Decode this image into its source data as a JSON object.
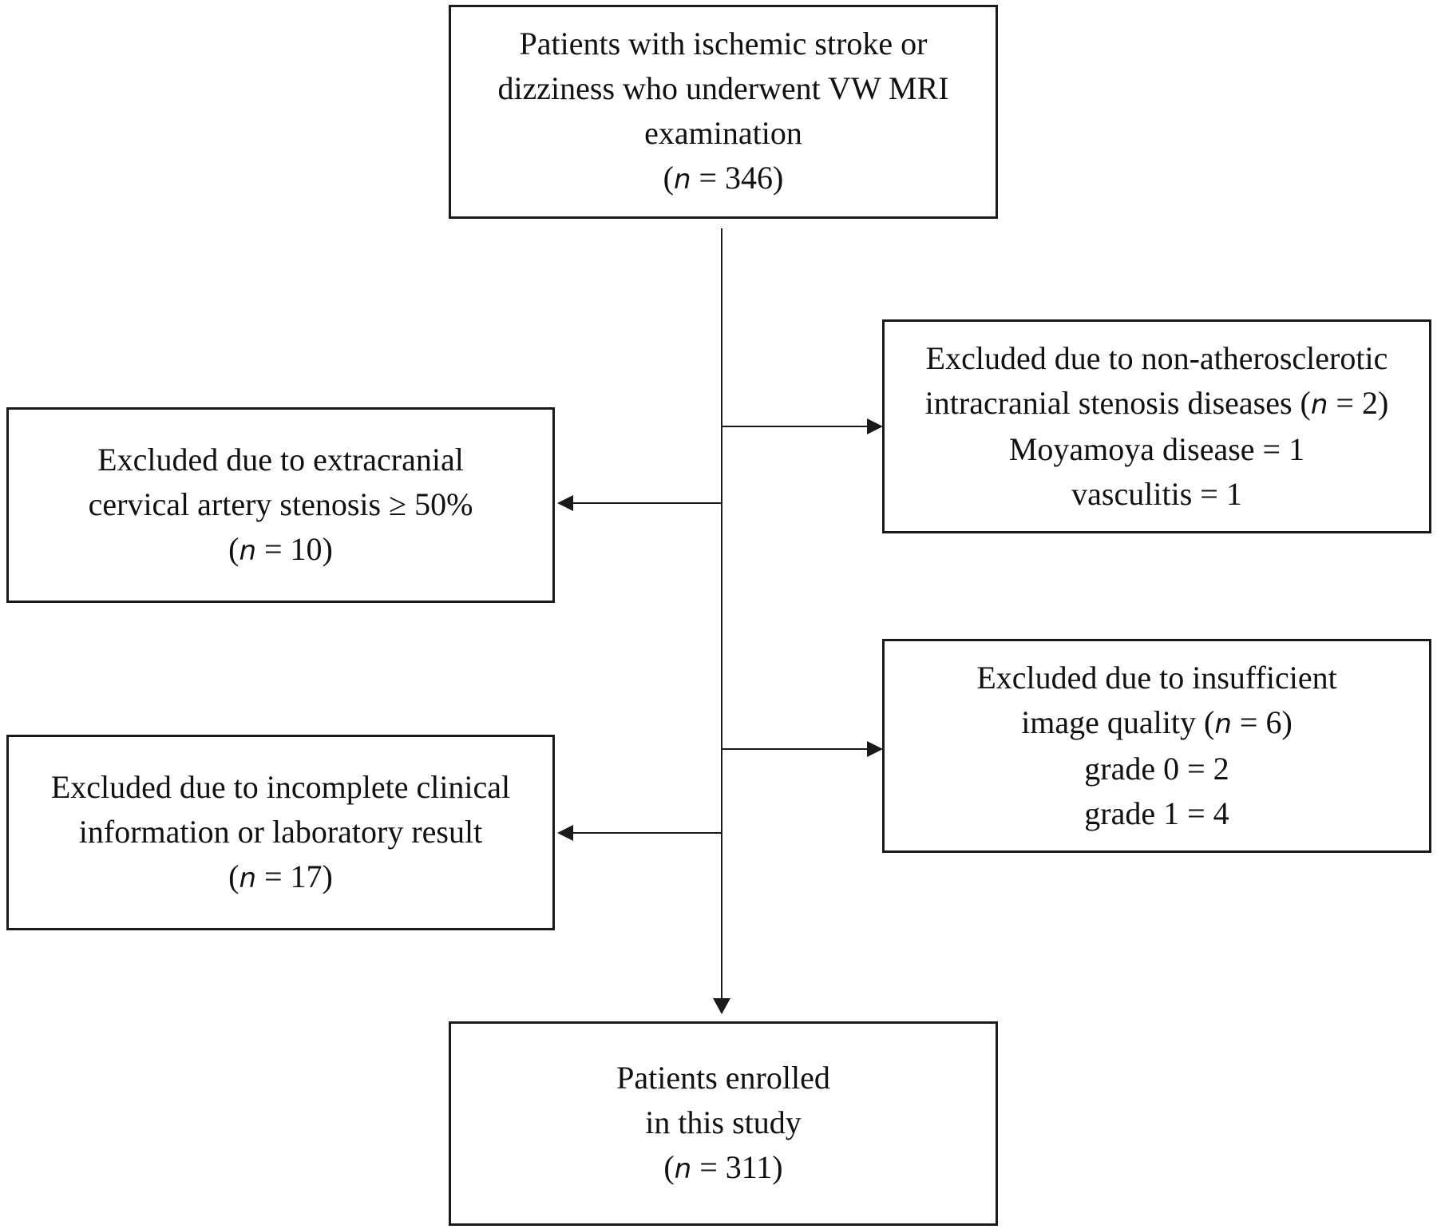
{
  "boxes": {
    "start": {
      "lines": [
        "Patients with ischemic stroke or",
        "dizziness who underwent VW MRI",
        "examination"
      ],
      "n_prefix": "(",
      "n_var": "n",
      "n_suffix": " = 346)"
    },
    "left1": {
      "lines": [
        "Excluded due to extracranial",
        "cervical artery stenosis ≥ 50%"
      ],
      "n_prefix": "(",
      "n_var": "n",
      "n_suffix": " = 10)"
    },
    "right1": {
      "line1": "Excluded due to non-atherosclerotic",
      "line2_text": "intracranial stenosis diseases (",
      "line2_var": "n",
      "line2_suffix": " = 2)",
      "line3": "Moyamoya disease = 1",
      "line4": "vasculitis = 1"
    },
    "right2": {
      "line1": "Excluded due to insufficient",
      "line2_text": "image quality (",
      "line2_var": "n",
      "line2_suffix": " = 6)",
      "line3": "grade 0 = 2",
      "line4": "grade 1 = 4"
    },
    "left2": {
      "lines": [
        "Excluded due to incomplete clinical",
        "information or laboratory result"
      ],
      "n_prefix": "(",
      "n_var": "n",
      "n_suffix": " = 17)"
    },
    "end": {
      "lines": [
        "Patients enrolled",
        "in this study"
      ],
      "n_prefix": "(",
      "n_var": "n",
      "n_suffix": " = 311)"
    }
  },
  "colors": {
    "line": "#1a1a1a",
    "text": "#111111",
    "background": "#ffffff"
  }
}
